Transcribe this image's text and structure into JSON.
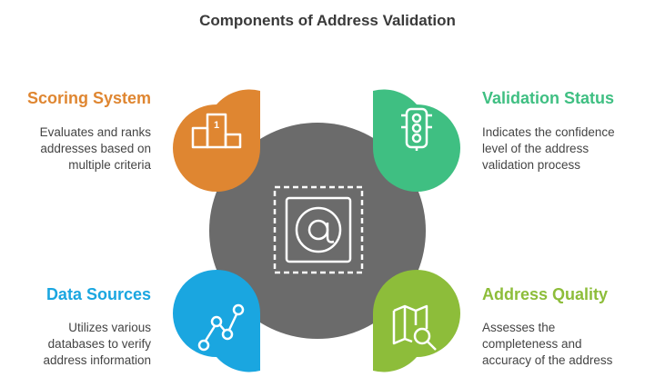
{
  "title": "Components of Address Validation",
  "colors": {
    "center": "#6b6b6b",
    "scoring": "#df8631",
    "validation": "#3fbf82",
    "sources": "#1aa6e0",
    "quality": "#8dbd3a"
  },
  "components": [
    {
      "key": "scoring",
      "heading": "Scoring System",
      "lines": [
        "Evaluates and ranks",
        "addresses based on",
        "multiple criteria"
      ],
      "icon": "podium-icon"
    },
    {
      "key": "validation",
      "heading": "Validation Status",
      "lines": [
        "Indicates the confidence",
        "level of the address",
        "validation process"
      ],
      "icon": "traffic-light-icon"
    },
    {
      "key": "sources",
      "heading": "Data Sources",
      "lines": [
        "Utilizes various",
        "databases to verify",
        "address information"
      ],
      "icon": "line-chart-icon"
    },
    {
      "key": "quality",
      "heading": "Address Quality",
      "lines": [
        "Assesses the",
        "completeness and",
        "accuracy of the address"
      ],
      "icon": "map-search-icon"
    }
  ],
  "center_icon": "at-stamp-icon",
  "podium_label": "1"
}
